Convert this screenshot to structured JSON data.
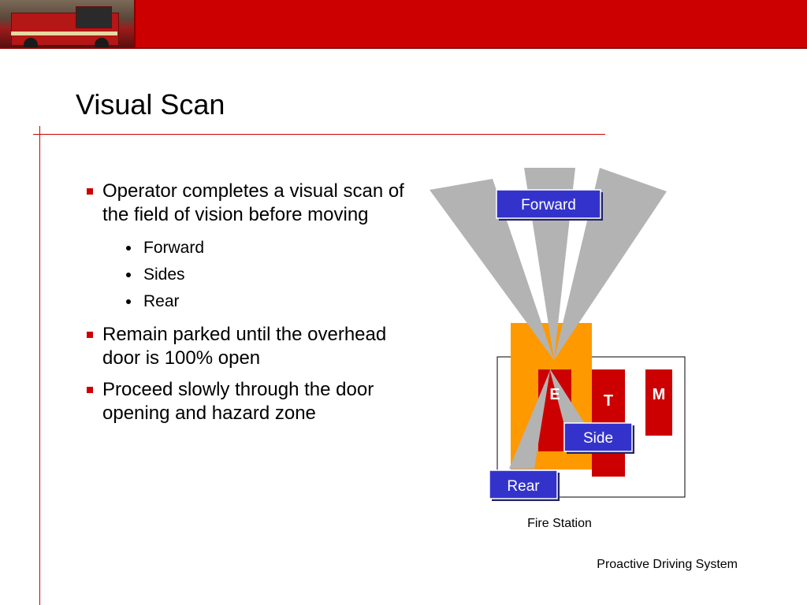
{
  "slide": {
    "title": "Visual Scan",
    "bullets": [
      {
        "text": "Operator completes a visual scan of the field of vision before moving",
        "sub": [
          "Forward",
          "Sides",
          "Rear"
        ]
      },
      {
        "text": "Remain parked until the overhead door is 100% open"
      },
      {
        "text": "Proceed slowly through the door opening and hazard zone"
      }
    ],
    "footer": "Proactive Driving System"
  },
  "diagram": {
    "labels": {
      "forward": "Forward",
      "side": "Side",
      "rear": "Rear"
    },
    "vehicles": {
      "engine": "E",
      "truck": "T",
      "medic": "M"
    },
    "caption": "Fire Station"
  },
  "colors": {
    "accent": "#cc0000",
    "label_blue": "#3333cc",
    "door_orange": "#ff9900",
    "cone_gray": "#b3b3b3"
  },
  "icons": {
    "bullet_main": "red-square-bullet",
    "bullet_sub": "black-dot-bullet"
  }
}
